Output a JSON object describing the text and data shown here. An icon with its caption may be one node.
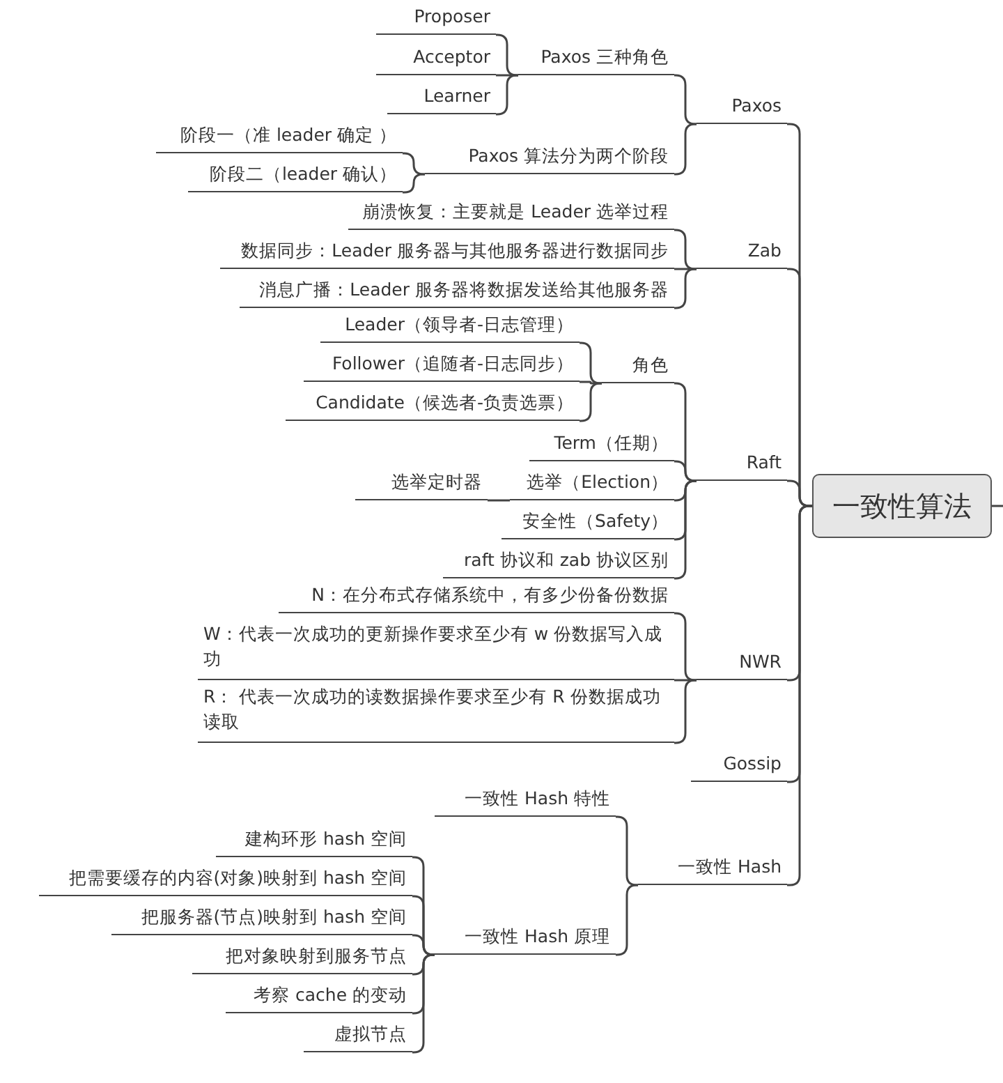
{
  "diagram": {
    "nodes": [
      {
        "text": [
          "一致性算法"
        ]
      },
      {
        "text": [
          "Paxos"
        ]
      },
      {
        "text": [
          "Paxos 三种角色"
        ]
      },
      {
        "text": [
          "Proposer"
        ]
      },
      {
        "text": [
          "Acceptor"
        ]
      },
      {
        "text": [
          "Learner"
        ]
      },
      {
        "text": [
          "Paxos 算法分为两个阶段"
        ]
      },
      {
        "text": [
          "阶段一（准 leader 确定 ）"
        ]
      },
      {
        "text": [
          "阶段二（leader 确认）"
        ]
      },
      {
        "text": [
          "Zab"
        ]
      },
      {
        "text": [
          "崩溃恢复：主要就是 Leader 选举过程"
        ]
      },
      {
        "text": [
          "数据同步：Leader 服务器与其他服务器进行数据同步"
        ]
      },
      {
        "text": [
          "消息广播：Leader 服务器将数据发送给其他服务器"
        ]
      },
      {
        "text": [
          "Raft"
        ]
      },
      {
        "text": [
          "角色"
        ]
      },
      {
        "text": [
          "Leader（领导者-日志管理）"
        ]
      },
      {
        "text": [
          "Follower（追随者-日志同步）"
        ]
      },
      {
        "text": [
          "Candidate（候选者-负责选票）"
        ]
      },
      {
        "text": [
          "Term（任期）"
        ]
      },
      {
        "text": [
          "选举（Election）"
        ]
      },
      {
        "text": [
          "选举定时器"
        ]
      },
      {
        "text": [
          "安全性（Safety）"
        ]
      },
      {
        "text": [
          "raft 协议和 zab 协议区别"
        ]
      },
      {
        "text": [
          "NWR"
        ]
      },
      {
        "text": [
          "N：在分布式存储系统中，有多少份备份数据"
        ]
      },
      {
        "text": [
          "W：代表一次成功的更新操作要求至少有 w 份数据写入成功"
        ]
      },
      {
        "text": [
          "R： 代表一次成功的读数据操作要求至少有 R 份数据成功读取"
        ]
      },
      {
        "text": [
          "Gossip"
        ]
      },
      {
        "text": [
          "一致性 Hash"
        ]
      },
      {
        "text": [
          "一致性 Hash 特性"
        ]
      },
      {
        "text": [
          "一致性 Hash 原理"
        ]
      },
      {
        "text": [
          "建构环形 hash 空间"
        ]
      },
      {
        "text": [
          "把需要缓存的内容(对象)映射到 hash 空间"
        ]
      },
      {
        "text": [
          "把服务器(节点)映射到 hash 空间"
        ]
      },
      {
        "text": [
          "把对象映射到服务节点"
        ]
      },
      {
        "text": [
          "考察 cache 的变动"
        ]
      },
      {
        "text": [
          "虚拟节点"
        ]
      }
    ],
    "edges": [
      {
        "from": 0,
        "to": 1,
        "arrow": "none"
      },
      {
        "from": 0,
        "to": 9,
        "arrow": "none"
      },
      {
        "from": 0,
        "to": 13,
        "arrow": "none"
      },
      {
        "from": 0,
        "to": 23,
        "arrow": "none"
      },
      {
        "from": 0,
        "to": 27,
        "arrow": "none"
      },
      {
        "from": 0,
        "to": 28,
        "arrow": "none"
      },
      {
        "from": 0,
        "to": null,
        "arrow": "none"
      },
      {
        "from": 1,
        "to": 2,
        "arrow": "none"
      },
      {
        "from": 1,
        "to": 6,
        "arrow": "none"
      },
      {
        "from": 2,
        "to": 3,
        "arrow": "none"
      },
      {
        "from": 2,
        "to": 4,
        "arrow": "none"
      },
      {
        "from": 2,
        "to": 5,
        "arrow": "none"
      },
      {
        "from": 6,
        "to": 7,
        "arrow": "none"
      },
      {
        "from": 6,
        "to": 8,
        "arrow": "none"
      },
      {
        "from": 9,
        "to": 10,
        "arrow": "none"
      },
      {
        "from": 9,
        "to": 11,
        "arrow": "none"
      },
      {
        "from": 9,
        "to": 12,
        "arrow": "none"
      },
      {
        "from": 13,
        "to": 14,
        "arrow": "none"
      },
      {
        "from": 13,
        "to": 18,
        "arrow": "none"
      },
      {
        "from": 13,
        "to": 19,
        "arrow": "none"
      },
      {
        "from": 13,
        "to": 21,
        "arrow": "none"
      },
      {
        "from": 13,
        "to": 22,
        "arrow": "none"
      },
      {
        "from": 14,
        "to": 15,
        "arrow": "none"
      },
      {
        "from": 14,
        "to": 16,
        "arrow": "none"
      },
      {
        "from": 14,
        "to": 17,
        "arrow": "none"
      },
      {
        "from": 19,
        "to": 20,
        "arrow": "none"
      },
      {
        "from": 23,
        "to": 24,
        "arrow": "none"
      },
      {
        "from": 23,
        "to": 25,
        "arrow": "none"
      },
      {
        "from": 23,
        "to": 26,
        "arrow": "none"
      },
      {
        "from": 28,
        "to": 29,
        "arrow": "none"
      },
      {
        "from": 28,
        "to": 30,
        "arrow": "none"
      },
      {
        "from": 30,
        "to": 31,
        "arrow": "none"
      },
      {
        "from": 30,
        "to": 32,
        "arrow": "none"
      },
      {
        "from": 30,
        "to": 33,
        "arrow": "none"
      },
      {
        "from": 30,
        "to": 34,
        "arrow": "none"
      },
      {
        "from": 30,
        "to": 35,
        "arrow": "none"
      },
      {
        "from": 30,
        "to": 36,
        "arrow": "none"
      }
    ]
  }
}
